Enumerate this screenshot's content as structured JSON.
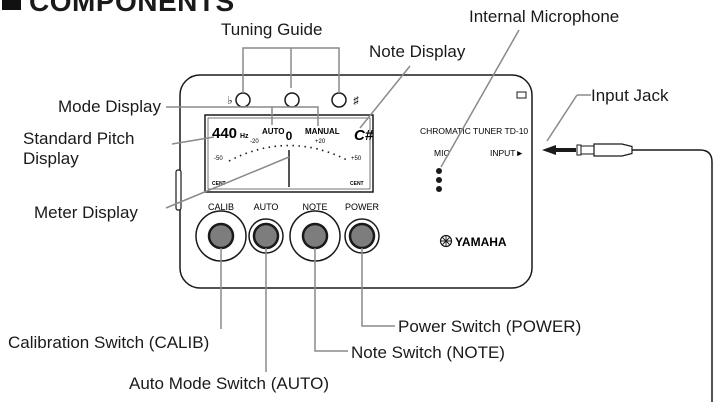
{
  "title": "COMPONENTS",
  "labels": {
    "tuning_guide": "Tuning Guide",
    "note_display": "Note Display",
    "internal_microphone": "Internal Microphone",
    "input_jack": "Input Jack",
    "mode_display": "Mode Display",
    "standard_pitch_display": "Standard Pitch Display",
    "meter_display": "Meter Display",
    "calibration_switch": "Calibration Switch (CALIB)",
    "auto_mode_switch": "Auto Mode Switch (AUTO)",
    "note_switch": "Note Switch (NOTE)",
    "power_switch": "Power Switch (POWER)"
  },
  "device": {
    "flat_symbol": "♭",
    "sharp_symbol": "♯",
    "model_text": "CHROMATIC TUNER TD-10",
    "mic_label": "MIC",
    "input_label": "INPUT►",
    "brand": "YAMAHA",
    "buttons": {
      "calib": "CALIB",
      "auto": "AUTO",
      "note": "NOTE",
      "power": "POWER"
    },
    "lcd": {
      "pitch_value": "440",
      "pitch_unit": "Hz",
      "auto": "AUTO",
      "manual": "MANUAL",
      "zero": "0",
      "note": "C#",
      "scale_minus20": "-20",
      "scale_plus20": "+20",
      "scale_minus50": "-50",
      "scale_plus50": "+50",
      "cent_left": "CENT",
      "cent_right": "CENT"
    }
  }
}
